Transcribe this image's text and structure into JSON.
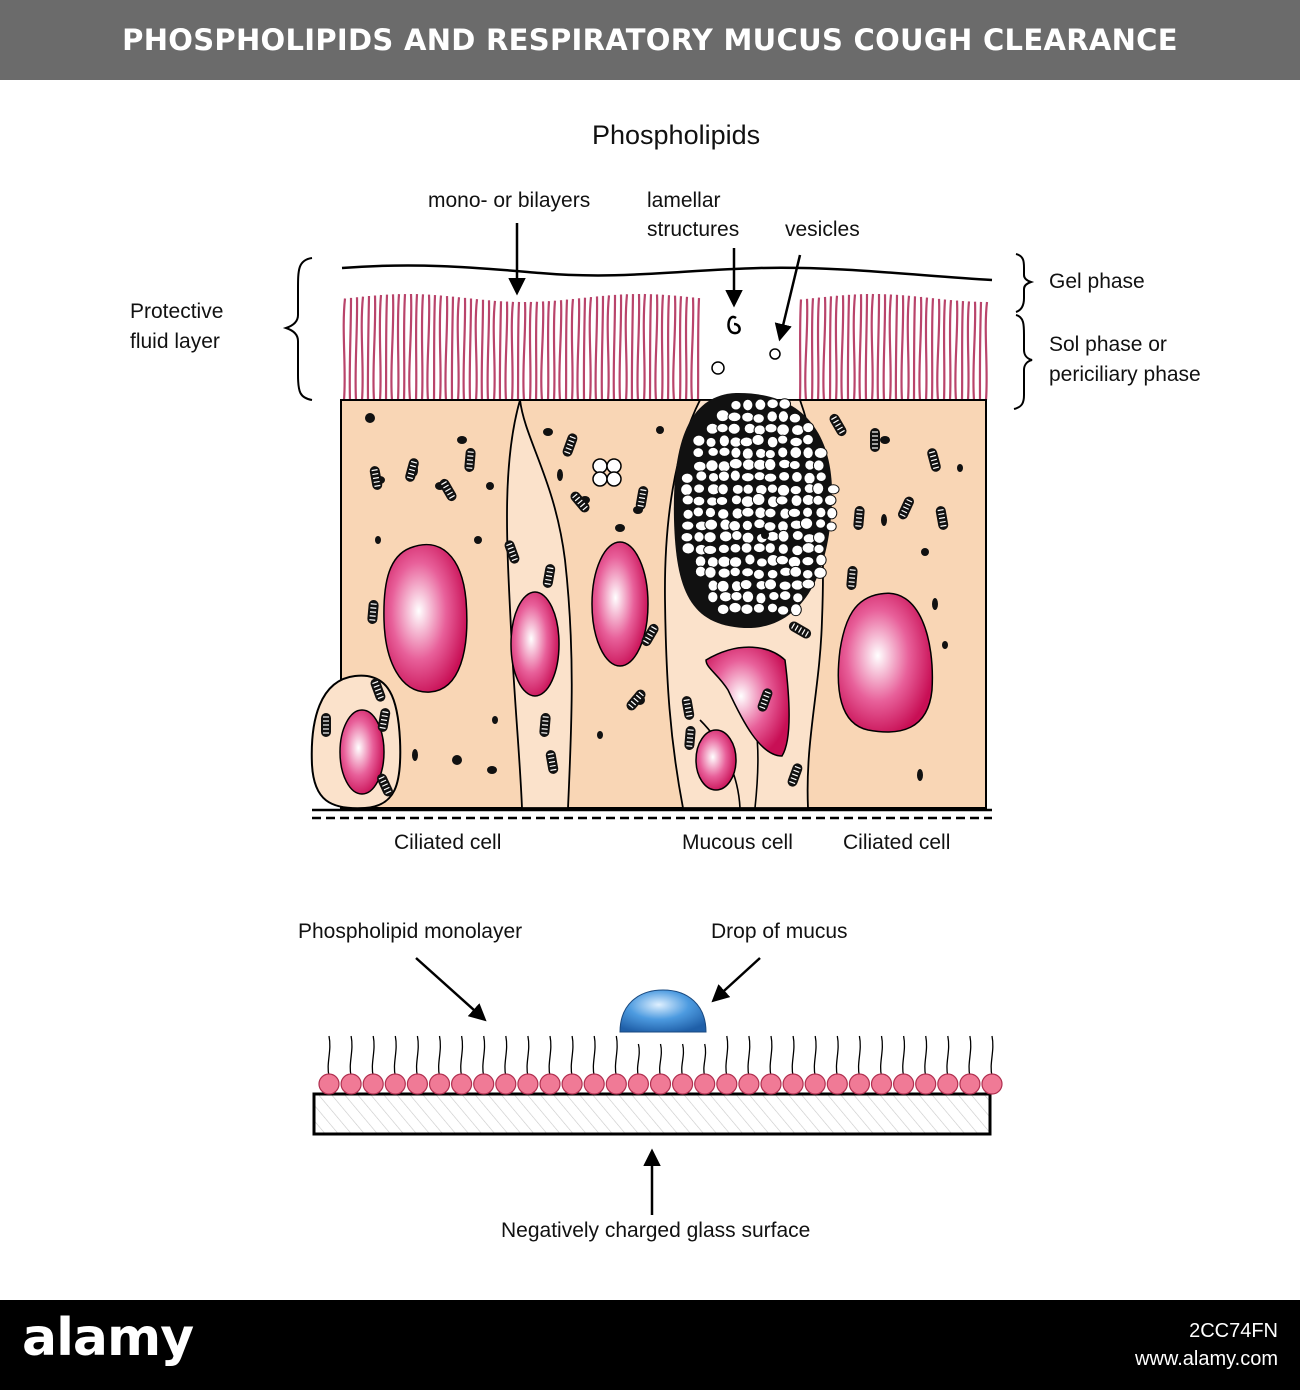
{
  "title": "PHOSPHOLIPIDS AND RESPIRATORY MUCUS COUGH CLEARANCE",
  "diagram": {
    "heading": "Phospholipids",
    "labels": {
      "mono_bilayers": "mono- or bilayers",
      "lamellar_1": "lamellar",
      "lamellar_2": "structures",
      "vesicles": "vesicles",
      "protective_1": "Protective",
      "protective_2": "fluid layer",
      "gel_phase": "Gel phase",
      "sol_1": "Sol phase or",
      "sol_2": "periciliary phase",
      "ciliated_left": "Ciliated cell",
      "mucous_cell": "Mucous cell",
      "ciliated_right": "Ciliated cell"
    },
    "colors": {
      "cell": "#f9d6b5",
      "cilia": "#d9537f",
      "nucleus": "#d0145a",
      "mucus_drop": "#2f7fc6",
      "phospholipid_head": "#f07a96"
    }
  },
  "lower": {
    "phospholipid_monolayer": "Phospholipid monolayer",
    "drop_of_mucus": "Drop of mucus",
    "glass_surface": "Negatively charged glass surface"
  },
  "footer": {
    "logo": "alamy",
    "image_id": "2CC74FN",
    "site": "www.alamy.com"
  }
}
